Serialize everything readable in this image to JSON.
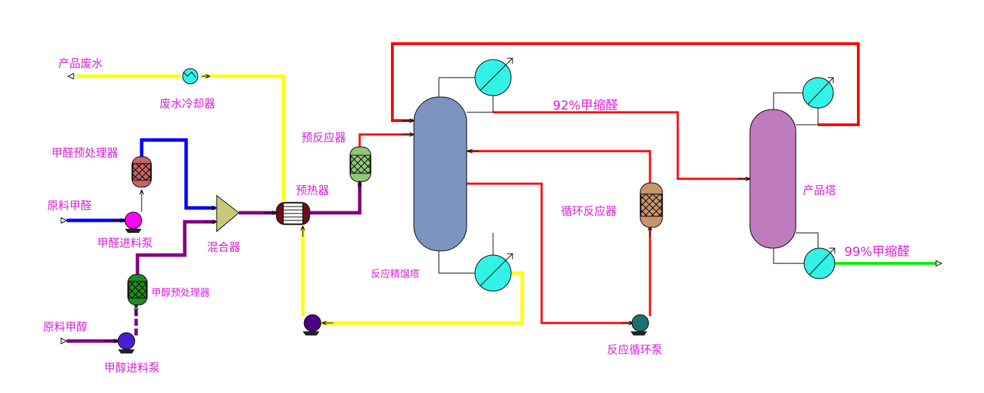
{
  "labels": {
    "product_wastewater": "产品废水",
    "wastewater_cooler": "废水冷却器",
    "formaldehyde_pretreater": "甲醛预处理器",
    "raw_formaldehyde": "原料甲醛",
    "formaldehyde_feed_pump": "甲醛进料泵",
    "methanol_pretreater": "甲醇预处理器",
    "raw_methanol": "原料甲醇",
    "methanol_feed_pump": "甲醇进料泵",
    "mixer": "混合器",
    "preheater": "预热器",
    "prereactor": "预反应器",
    "reactive_distillation_column": "反应精馏塔",
    "product_92": "92%甲缩醛",
    "recycle_reactor": "循环反应器",
    "reaction_recycle_pump": "反应循环泵",
    "product_column": "产品塔",
    "product_99": "99%甲缩醛"
  },
  "stream_colors": {
    "wastewater": "#ffff00",
    "formaldehyde": "#0000ff",
    "methanol_mix": "#800080",
    "reaction": "#ff0000",
    "product": "#00ee00"
  },
  "equipment_colors": {
    "reactive_column": "#7b93be",
    "product_column": "#be7bbe",
    "condenser": "#33f2e6",
    "formaldehyde_pretreater": "#c86464",
    "methanol_pretreater": "#228b22",
    "prereactor": "#90c878",
    "recycle_reactor": "#c8946a",
    "mixer": "#c8c878",
    "formaldehyde_pump": "#ff00ff",
    "methanol_pump": "#4a1ed6",
    "bottoms_pump": "#4b0082",
    "recycle_pump": "#1e7070"
  }
}
